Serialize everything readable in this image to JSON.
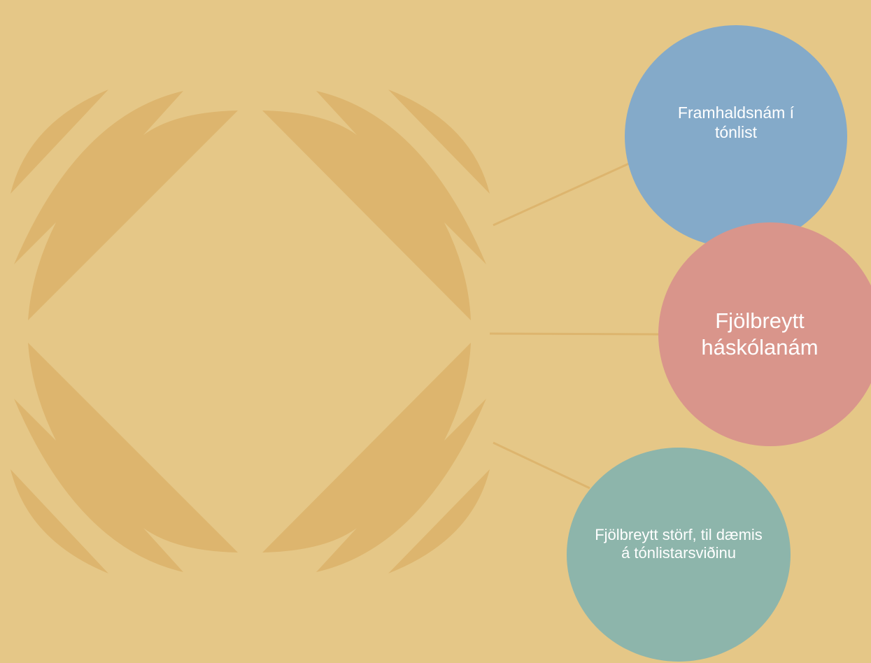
{
  "colors": {
    "background": "#e5c787",
    "laurel": "#ddb56e",
    "connector": "#ddb56e",
    "circle_top": "#84aac9",
    "circle_middle": "#d9958b",
    "circle_bottom": "#8db5ab",
    "text": "#ffffff"
  },
  "nodes": [
    {
      "id": "top",
      "text": "Framhaldsnám í tónlist"
    },
    {
      "id": "middle",
      "text": "Fjölbreytt háskólanám"
    },
    {
      "id": "bottom",
      "text": "Fjölbreytt störf, til dæmis á tónlistarsviðinu"
    }
  ],
  "decoration": {
    "icon": "laurel-wreath-icon"
  }
}
